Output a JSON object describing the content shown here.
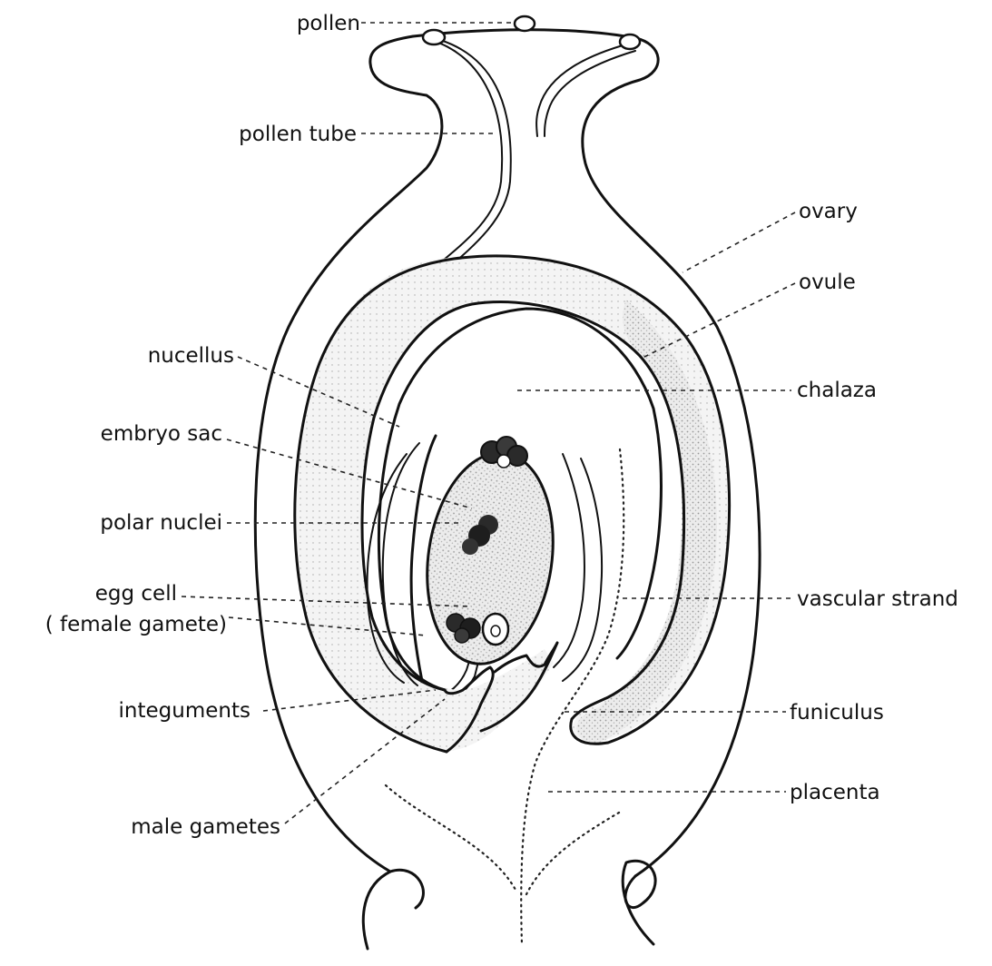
{
  "diagram": {
    "labels": {
      "pollen": "pollen",
      "pollen_tube": "pollen tube",
      "ovary": "ovary",
      "ovule": "ovule",
      "nucellus": "nucellus",
      "chalaza": "chalaza",
      "embryo_sac": "embryo sac",
      "polar_nuclei": "polar nuclei",
      "egg_cell": "egg cell",
      "female_gamete": "( female gamete)",
      "vascular_strand": "vascular strand",
      "integuments": "integuments",
      "funiculus": "funiculus",
      "placenta": "placenta",
      "male_gametes": "male gametes"
    }
  },
  "colors": {
    "ink": "#111111",
    "shading": "#c8c8c8",
    "background": "#ffffff"
  }
}
